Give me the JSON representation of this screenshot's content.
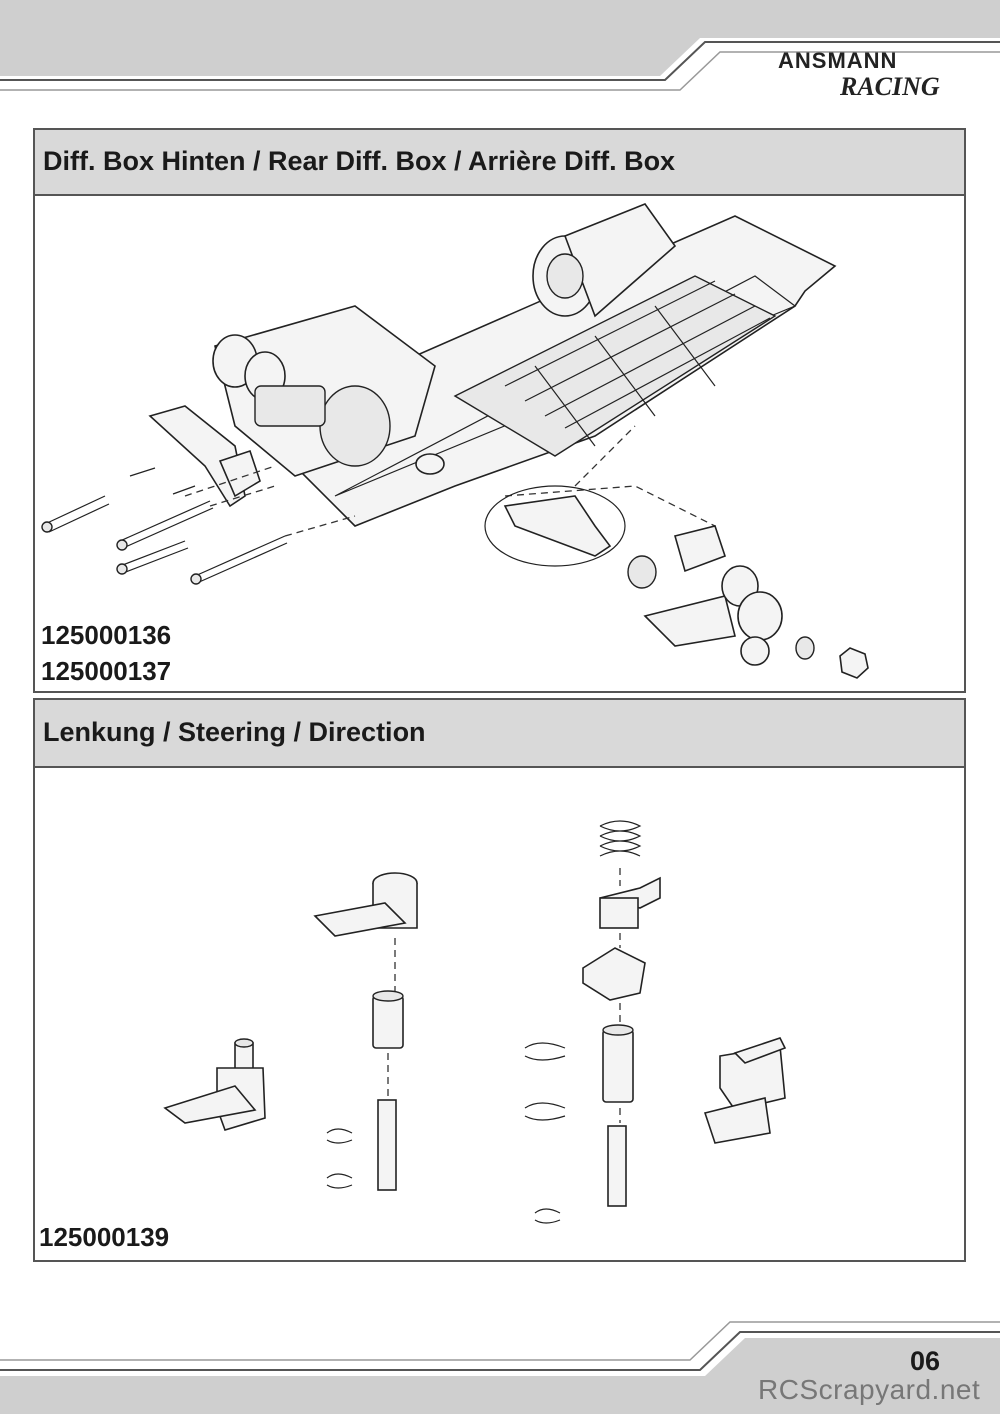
{
  "header": {
    "brand": "ANSMANN",
    "brand_sub": "RACING"
  },
  "sections": [
    {
      "title": "Diff. Box Hinten / Rear Diff. Box / Arrière Diff. Box",
      "part_numbers": [
        "125000136",
        "125000137"
      ]
    },
    {
      "title": "Lenkung / Steering / Direction",
      "part_numbers": [
        "125000139"
      ]
    }
  ],
  "footer": {
    "page_number": "06",
    "watermark": "RCScrapyard.net"
  }
}
